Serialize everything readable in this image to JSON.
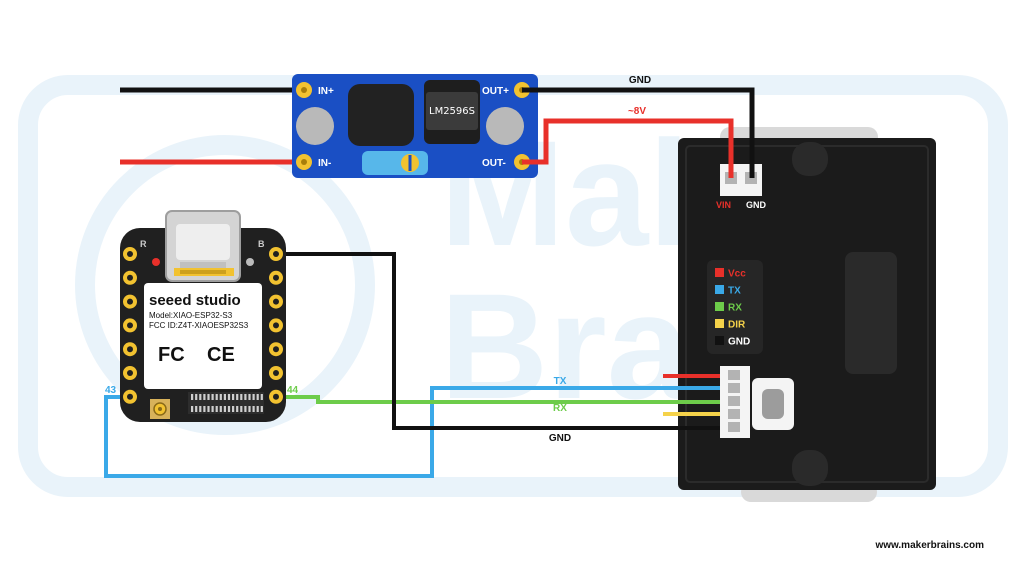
{
  "colors": {
    "wire_black": "#111111",
    "wire_red": "#e8302a",
    "wire_blue": "#3aa9e8",
    "wire_green": "#6dcc4a",
    "wire_yellow": "#f5d24a",
    "buck_board": "#1a4fc4",
    "pad_gold": "#f2c230",
    "servo_body": "#1b1b1b",
    "watermark": "#e9f3fa"
  },
  "watermark": {
    "line1": "Maker",
    "line2": "Brains"
  },
  "buck": {
    "chip_label": "LM2596S",
    "in_plus": "IN+",
    "in_minus": "IN-",
    "out_plus": "OUT+",
    "out_minus": "OUT-"
  },
  "xiao": {
    "brand": "seeed studio",
    "model": "Model:XIAO-ESP32-S3",
    "fcc_id": "FCC ID:Z4T-XIAOESP32S3",
    "cert_fc": "FC",
    "cert_ce": "CE",
    "corner_r": "R",
    "corner_b": "B",
    "pin_left": "43",
    "pin_right": "44"
  },
  "servo": {
    "vin": "VIN",
    "gnd": "GND",
    "legend": [
      {
        "label": "Vcc",
        "color": "#e8302a"
      },
      {
        "label": "TX",
        "color": "#3aa9e8"
      },
      {
        "label": "RX",
        "color": "#6dcc4a"
      },
      {
        "label": "DIR",
        "color": "#f5d24a"
      },
      {
        "label": "GND",
        "color": "#111111"
      }
    ]
  },
  "wires": {
    "gnd_top": "GND",
    "voltage": "~8V",
    "tx": "TX",
    "rx": "RX",
    "gnd_bottom": "GND"
  },
  "footer": {
    "url": "www.makerbrains.com"
  }
}
